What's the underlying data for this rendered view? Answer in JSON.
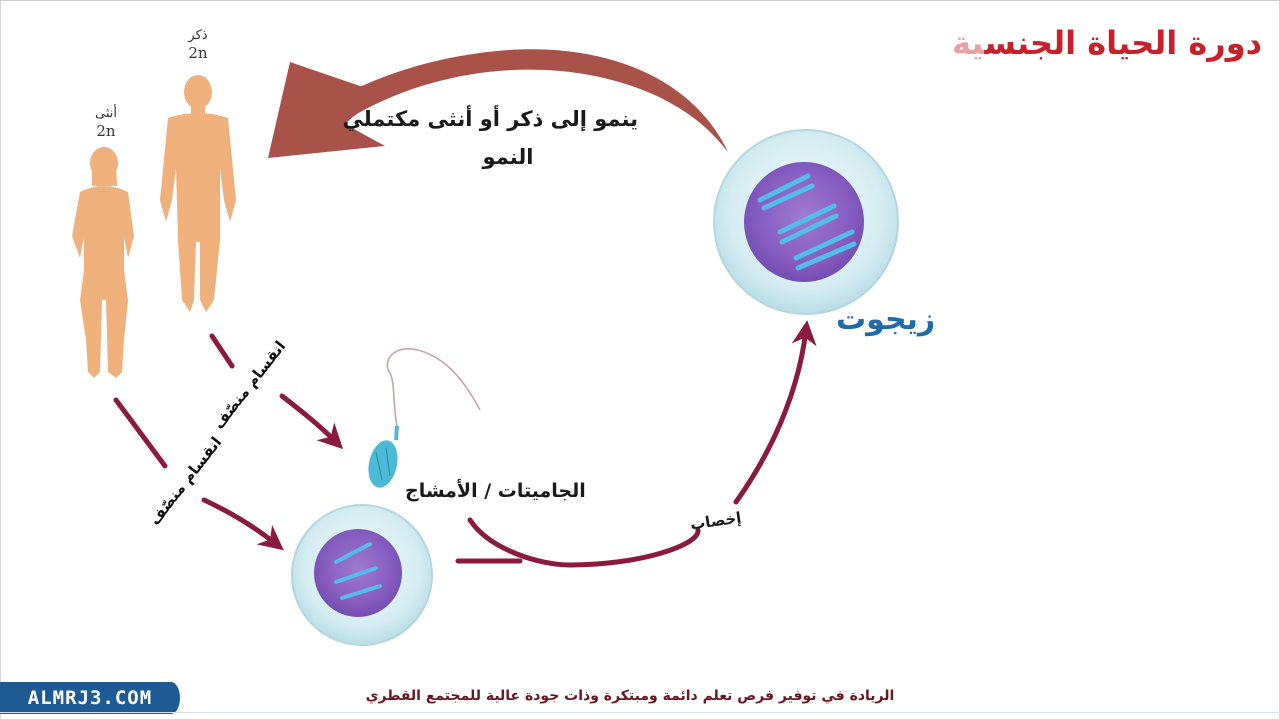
{
  "title": {
    "main": "دورة الحياة الجنس",
    "faded_suffix": "ية"
  },
  "organisms": {
    "male": {
      "label": "ذكر",
      "ploidy": "2n"
    },
    "female": {
      "label": "أنثى",
      "ploidy": "2n"
    }
  },
  "growth_arrow": {
    "line1": "ينمو إلى ذكر أو أنثى مكتملي",
    "line2": "النمو"
  },
  "zygote": {
    "label": "زيجوت"
  },
  "meiosis": {
    "upper": "انقسام منصّف",
    "lower": "انقسام منصّف"
  },
  "gametes": {
    "label": "الجاميتات / الأمشاج"
  },
  "fertilization": {
    "label": "إخصاب"
  },
  "footer": {
    "logo": "ALMRJ3.COM",
    "slogan": "الريادة في توفير فرص تعلم دائمة ومبتكرة وذات جودة عالية للمجتمع القطري"
  },
  "colors": {
    "title": "#c8202a",
    "big_arrow": "#a9524a",
    "cycle_arrows": "#8a1a3e",
    "body": "#f0b07c",
    "cell_outer": "#d6eef2",
    "nucleus": "#8a5fc2",
    "chromosome": "#4fb6e6",
    "zygote_label": "#1f6aa8",
    "logo_bg": "#1e5a94",
    "footer_text": "#6b1422"
  }
}
